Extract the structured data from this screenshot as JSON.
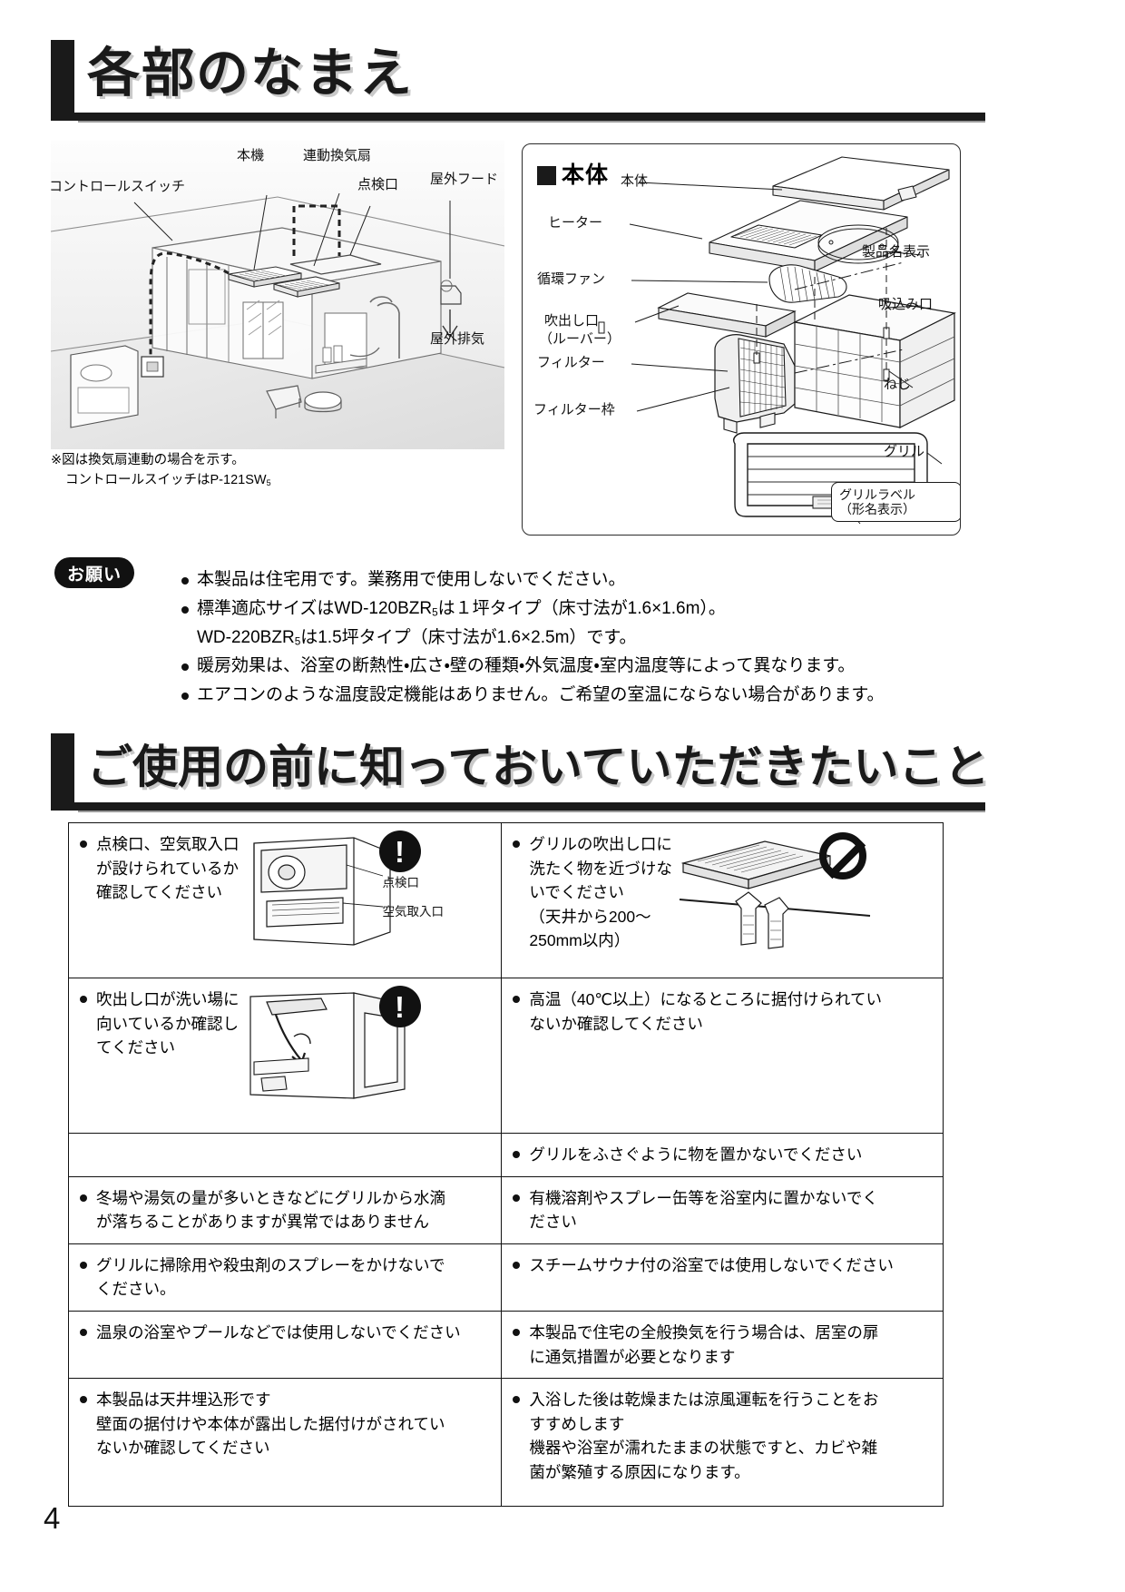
{
  "page_number": "4",
  "sections": [
    {
      "id": "parts-names",
      "title": "各部のなまえ"
    },
    {
      "id": "before-use",
      "title": "ご使用の前に知っておいていただきたいこと"
    }
  ],
  "room_figure": {
    "labels": {
      "control_switch": "コントロールスイッチ",
      "main_unit": "本機",
      "linked_fan": "連動換気扇",
      "inspection_port": "点検口",
      "outdoor_hood": "屋外フード",
      "outdoor_exhaust": "屋外排気"
    },
    "note_line1": "※図は換気扇連動の場合を示す。",
    "note_line2": "コントロールスイッチはP-121SW",
    "note_line2_sub": "5"
  },
  "body_figure": {
    "title": "本体",
    "labels": {
      "main_body": "本体",
      "heater": "ヒーター",
      "circulation_fan": "循環ファン",
      "air_outlet": "吹出し口",
      "air_outlet_sub": "（ルーバー）",
      "filter": "フィルター",
      "filter_frame": "フィルター枠",
      "product_name_plate": "製品名表示",
      "suction_port": "吸込み口",
      "screw": "ねじ",
      "grille": "グリル",
      "grille_label_line1": "グリルラベル",
      "grille_label_line2": "（形名表示）"
    }
  },
  "onegai": {
    "badge": "お願い",
    "items": [
      "本製品は住宅用です。業務用で使用しないでください。",
      "標準適応サイズはWD-120BZR",
      "暖房効果は、浴室の断熱性・広さ・壁の種類・外気温度・室内温度等によって異なります。",
      "エアコンのような温度設定機能はありません。ご希望の室温にならない場合があります。"
    ],
    "item2_part1": "標準適応サイズはWD-120BZR",
    "item2_sub1": "5",
    "item2_part2": "は１坪タイプ（床寸法が1.6×1.6m）。",
    "item2_line2_part1": "WD-220BZR",
    "item2_line2_sub": "5",
    "item2_line2_part2": "は1.5坪タイプ（床寸法が1.6×2.5m）です。"
  },
  "checklist": {
    "left_column": [
      {
        "text": "点検口、空気取入口\nが設けられているか\n確認してください",
        "has_art": true,
        "art_icon": "exclamation-icon",
        "art_labels": [
          "点検口",
          "空気取入口"
        ]
      },
      {
        "text": "吹出し口が洗い場に\n向いているか確認し\nてください",
        "has_art": true,
        "art_icon": "exclamation-icon",
        "art_labels": []
      },
      {
        "text": "冬場や湯気の量が多いときなどにグリルから水滴\nが落ちることがありますが異常ではありません",
        "has_art": false
      },
      {
        "text": "グリルに掃除用や殺虫剤のスプレーをかけないで\nください。",
        "has_art": false
      },
      {
        "text": "温泉の浴室やプールなどでは使用しないでください",
        "has_art": false
      },
      {
        "text": "本製品は天井埋込形です\n壁面の据付けや本体が露出した据付けがされてい\nないか確認してください",
        "has_art": false
      }
    ],
    "right_column": [
      {
        "text": "グリルの吹出し口に\n洗たく物を近づけな\nいでください\n（天井から200～\n250mm以内）",
        "has_art": true,
        "art_icon": "prohibition-icon"
      },
      {
        "text": "高温（40℃以上）になるところに据付けられてい\nないか確認してください",
        "has_art": false
      },
      {
        "text": "グリルをふさぐように物を置かないでください",
        "has_art": false
      },
      {
        "text": "有機溶剤やスプレー缶等を浴室内に置かないでく\nださい",
        "has_art": false
      },
      {
        "text": "スチームサウナ付の浴室では使用しないでください",
        "has_art": false
      },
      {
        "text": "本製品で住宅の全般換気を行う場合は、居室の扉\nに通気措置が必要となります",
        "has_art": false
      },
      {
        "text": "入浴した後は乾燥または涼風運転を行うことをお\nすすめします\n機器や浴室が濡れたままの状態ですと、カビや雑\n菌が繁殖する原因になります。",
        "has_art": false
      }
    ]
  },
  "icons": {
    "exclamation": "!",
    "bullet": "●"
  },
  "colors": {
    "ink": "#111111",
    "heading_shadow": "#c9c9c9",
    "panel_bg": "#ececec"
  }
}
